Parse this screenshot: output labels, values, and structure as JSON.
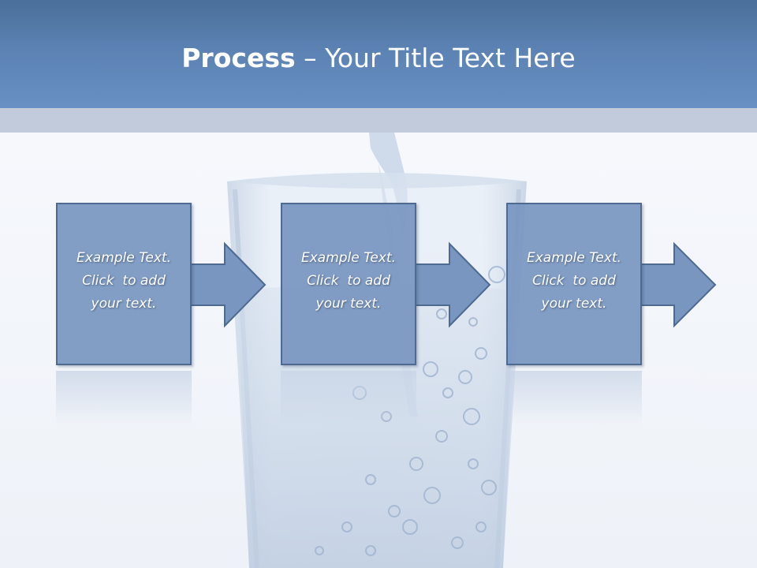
{
  "slide": {
    "title_bold": "Process",
    "title_rest": " – Your Title Text Here"
  },
  "steps": [
    {
      "line1": "Example Text.",
      "line2": "Click  to add",
      "line3": "your text."
    },
    {
      "line1": "Example Text.",
      "line2": "Click  to add",
      "line3": "your text."
    },
    {
      "line1": "Example Text.",
      "line2": "Click  to add",
      "line3": "your text."
    }
  ],
  "colors": {
    "title_bar": "#5b82b3",
    "band": "#c1cbdb",
    "box_fill": "#7896c0",
    "box_border": "#4e6a90",
    "text": "#ffffff"
  },
  "background_image": "water-glass-photo"
}
